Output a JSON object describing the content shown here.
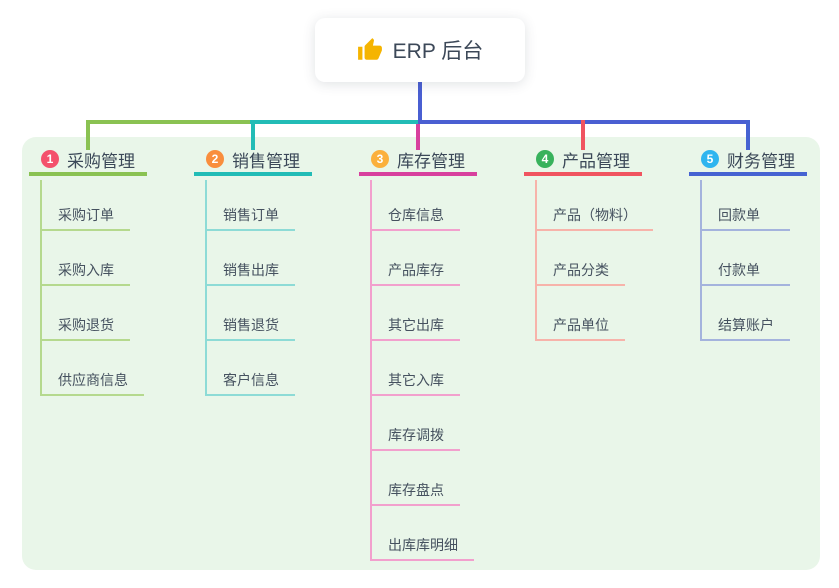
{
  "root": {
    "label": "ERP 后台",
    "icon": "thumbs-up-icon"
  },
  "colors": {
    "page_bg": "#ffffff",
    "panel_bg": "#e9f6e9",
    "root_text": "#3c4858",
    "child_text": "#45515f",
    "root_line": "#4a5fd2",
    "thumb_icon": "#f5b400"
  },
  "branches": [
    {
      "number": "1",
      "label": "采购管理",
      "badge_color": "#f4516c",
      "line_color": "#8ac252",
      "light_color": "#b5d98e",
      "children": [
        "采购订单",
        "采购入库",
        "采购退货",
        "供应商信息"
      ]
    },
    {
      "number": "2",
      "label": "销售管理",
      "badge_color": "#f98e3d",
      "line_color": "#22bcb6",
      "light_color": "#8ddbd6",
      "children": [
        "销售订单",
        "销售出库",
        "销售退货",
        "客户信息"
      ]
    },
    {
      "number": "3",
      "label": "库存管理",
      "badge_color": "#fbb03c",
      "line_color": "#d8409e",
      "light_color": "#f2a0cd",
      "children": [
        "仓库信息",
        "产品库存",
        "其它出库",
        "其它入库",
        "库存调拨",
        "库存盘点",
        "出库库明细"
      ]
    },
    {
      "number": "4",
      "label": "产品管理",
      "badge_color": "#38b25c",
      "line_color": "#f05460",
      "light_color": "#f7b3aa",
      "children": [
        "产品（物料）",
        "产品分类",
        "产品单位"
      ]
    },
    {
      "number": "5",
      "label": "财务管理",
      "badge_color": "#2fb5ef",
      "line_color": "#4663d2",
      "light_color": "#a4b3dd",
      "children": [
        "回款单",
        "付款单",
        "结算账户"
      ]
    }
  ]
}
